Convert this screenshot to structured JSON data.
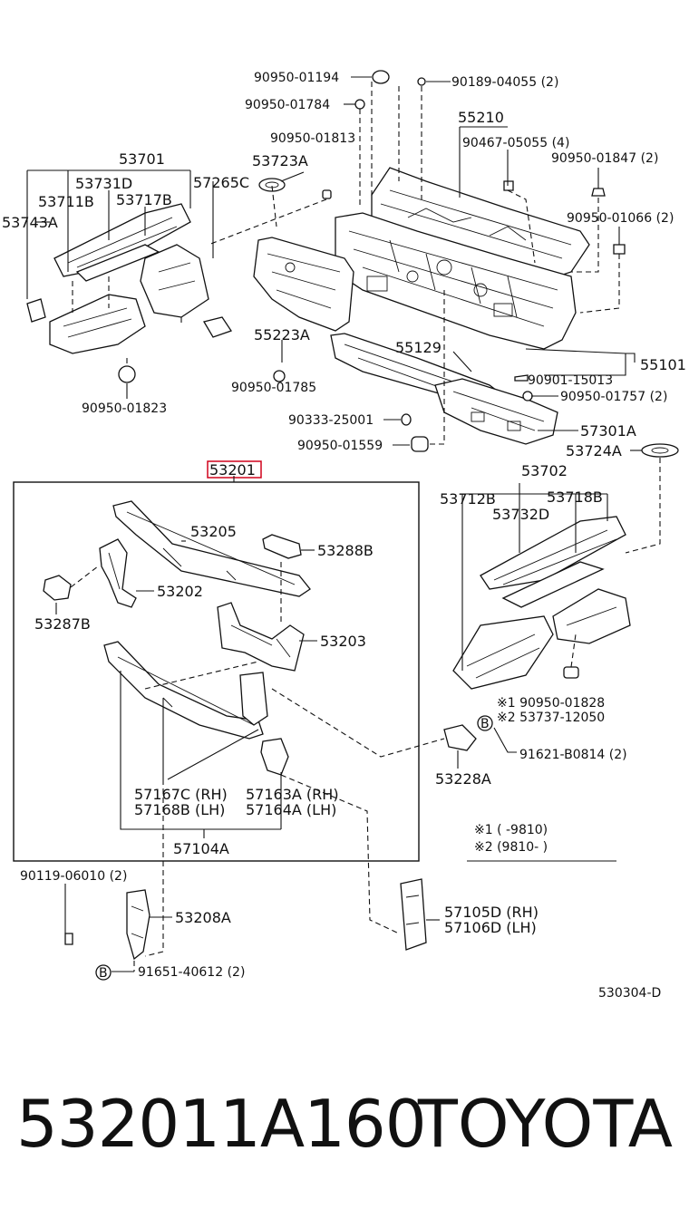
{
  "labels": {
    "p90950_01194": "90950-01194",
    "p90189_04055": "90189-04055 (2)",
    "p90950_01784": "90950-01784",
    "p55210": "55210",
    "p90467_05055": "90467-05055 (4)",
    "p90950_01813": "90950-01813",
    "p90950_01847": "90950-01847 (2)",
    "p53701": "53701",
    "p53723A": "53723A",
    "p53731D": "53731D",
    "p57265C": "57265C",
    "p53711B": "53711B",
    "p53717B": "53717B",
    "p53743A": "53743A",
    "p90950_01066": "90950-01066 (2)",
    "p55223A": "55223A",
    "p55129": "55129",
    "p55101": "55101",
    "p90901_15013": "90901-15013",
    "p90950_01785": "90950-01785",
    "p90950_01757": "90950-01757 (2)",
    "p90950_01823": "90950-01823",
    "p90333_25001": "90333-25001",
    "p57301A": "57301A",
    "p90950_01559": "90950-01559",
    "p53724A": "53724A",
    "p53201": "53201",
    "p53702": "53702",
    "p53712B": "53712B",
    "p53718B": "53718B",
    "p53732D": "53732D",
    "p53205": "53205",
    "p53288B": "53288B",
    "p53202": "53202",
    "p53287B": "53287B",
    "p53203": "53203",
    "note1_part": "※1 90950-01828",
    "note2_part": "※2 53737-12050",
    "circleB": "B",
    "p91621_B0814": "91621-B0814 (2)",
    "p53228A": "53228A",
    "p57167C": "57167C (RH)",
    "p57168B": "57168B (LH)",
    "p57163A": "57163A (RH)",
    "p57164A": "57164A (LH)",
    "p57104A": "57104A",
    "legend1": "※1  (      -9810)",
    "legend2": "※2  (9810-      )",
    "p90119_06010": "90119-06010 (2)",
    "p53208A": "53208A",
    "p57105D": "57105D (RH)",
    "p57106D": "57106D (LH)",
    "p91651_40612": "91651-40612 (2)",
    "diagram_code": "530304-D"
  },
  "footer": {
    "part_number": "532011A160",
    "brand": "TOYOTA"
  },
  "colors": {
    "line": "#111111",
    "highlight": "#d0021b",
    "background": "#ffffff"
  }
}
